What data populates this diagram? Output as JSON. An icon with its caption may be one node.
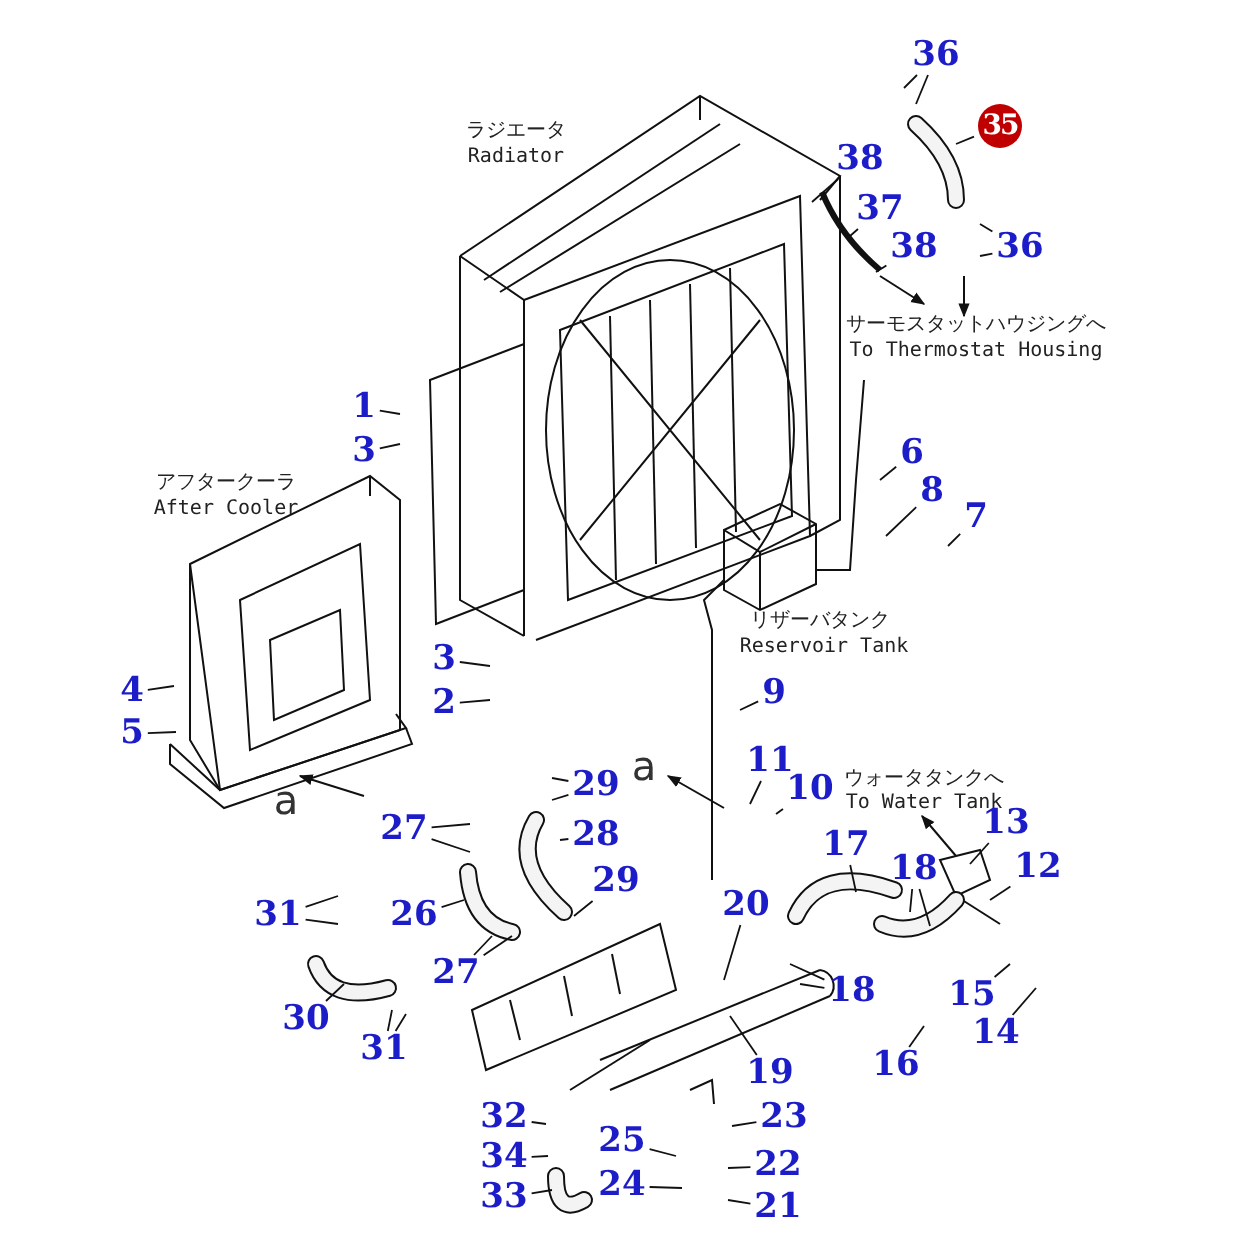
{
  "diagram": {
    "nodes": [
      {
        "text": [
          "36"
        ]
      },
      {
        "text": [
          "35"
        ]
      },
      {
        "text": [
          "38"
        ]
      },
      {
        "text": [
          "37"
        ]
      },
      {
        "text": [
          "38"
        ]
      },
      {
        "text": [
          "36"
        ]
      },
      {
        "text": [
          "1"
        ]
      },
      {
        "text": [
          "3"
        ]
      },
      {
        "text": [
          "6"
        ]
      },
      {
        "text": [
          "8"
        ]
      },
      {
        "text": [
          "7"
        ]
      },
      {
        "text": [
          "4"
        ]
      },
      {
        "text": [
          "3"
        ]
      },
      {
        "text": [
          "5"
        ]
      },
      {
        "text": [
          "9"
        ]
      },
      {
        "text": [
          "2"
        ]
      },
      {
        "text": [
          "11"
        ]
      },
      {
        "text": [
          "29"
        ]
      },
      {
        "text": [
          "10"
        ]
      },
      {
        "text": [
          "13"
        ]
      },
      {
        "text": [
          "27"
        ]
      },
      {
        "text": [
          "28"
        ]
      },
      {
        "text": [
          "17"
        ]
      },
      {
        "text": [
          "12"
        ]
      },
      {
        "text": [
          "18"
        ]
      },
      {
        "text": [
          "29"
        ]
      },
      {
        "text": [
          "20"
        ]
      },
      {
        "text": [
          "31"
        ]
      },
      {
        "text": [
          "26"
        ]
      },
      {
        "text": [
          "27"
        ]
      },
      {
        "text": [
          "15"
        ]
      },
      {
        "text": [
          "18"
        ]
      },
      {
        "text": [
          "30"
        ]
      },
      {
        "text": [
          "31"
        ]
      },
      {
        "text": [
          "14"
        ]
      },
      {
        "text": [
          "16"
        ]
      },
      {
        "text": [
          "19"
        ]
      },
      {
        "text": [
          "32"
        ]
      },
      {
        "text": [
          "23"
        ]
      },
      {
        "text": [
          "25"
        ]
      },
      {
        "text": [
          "34"
        ]
      },
      {
        "text": [
          "22"
        ]
      },
      {
        "text": [
          "33"
        ]
      },
      {
        "text": [
          "24"
        ]
      },
      {
        "text": [
          "21"
        ]
      }
    ],
    "edges": [
      {
        "from": 0,
        "to": null,
        "arrow": "none"
      },
      {
        "from": 0,
        "to": null,
        "arrow": "none"
      },
      {
        "from": 1,
        "to": null,
        "arrow": "none"
      },
      {
        "from": 2,
        "to": null,
        "arrow": "none"
      },
      {
        "from": 3,
        "to": null,
        "arrow": "none"
      },
      {
        "from": 4,
        "to": null,
        "arrow": "none"
      },
      {
        "from": 5,
        "to": null,
        "arrow": "none"
      },
      {
        "from": 5,
        "to": null,
        "arrow": "none"
      },
      {
        "from": 6,
        "to": null,
        "arrow": "none"
      },
      {
        "from": 7,
        "to": null,
        "arrow": "none"
      },
      {
        "from": 8,
        "to": null,
        "arrow": "none"
      },
      {
        "from": 9,
        "to": null,
        "arrow": "none"
      },
      {
        "from": 10,
        "to": null,
        "arrow": "none"
      },
      {
        "from": 11,
        "to": null,
        "arrow": "none"
      },
      {
        "from": 12,
        "to": null,
        "arrow": "none"
      },
      {
        "from": 13,
        "to": null,
        "arrow": "none"
      },
      {
        "from": 14,
        "to": null,
        "arrow": "none"
      },
      {
        "from": 15,
        "to": null,
        "arrow": "none"
      },
      {
        "from": 16,
        "to": null,
        "arrow": "none"
      },
      {
        "from": 17,
        "to": null,
        "arrow": "none"
      },
      {
        "from": 17,
        "to": null,
        "arrow": "none"
      },
      {
        "from": 18,
        "to": null,
        "arrow": "none"
      },
      {
        "from": 19,
        "to": null,
        "arrow": "none"
      },
      {
        "from": 20,
        "to": null,
        "arrow": "none"
      },
      {
        "from": 20,
        "to": null,
        "arrow": "none"
      },
      {
        "from": 21,
        "to": null,
        "arrow": "none"
      },
      {
        "from": 22,
        "to": null,
        "arrow": "none"
      },
      {
        "from": 23,
        "to": null,
        "arrow": "none"
      },
      {
        "from": 24,
        "to": null,
        "arrow": "none"
      },
      {
        "from": 24,
        "to": null,
        "arrow": "none"
      },
      {
        "from": 25,
        "to": null,
        "arrow": "none"
      },
      {
        "from": 26,
        "to": null,
        "arrow": "none"
      },
      {
        "from": 27,
        "to": null,
        "arrow": "none"
      },
      {
        "from": 27,
        "to": null,
        "arrow": "none"
      },
      {
        "from": 28,
        "to": null,
        "arrow": "none"
      },
      {
        "from": 29,
        "to": null,
        "arrow": "none"
      },
      {
        "from": 29,
        "to": null,
        "arrow": "none"
      },
      {
        "from": 30,
        "to": null,
        "arrow": "none"
      },
      {
        "from": 31,
        "to": null,
        "arrow": "none"
      },
      {
        "from": 31,
        "to": null,
        "arrow": "none"
      },
      {
        "from": 32,
        "to": null,
        "arrow": "none"
      },
      {
        "from": 33,
        "to": null,
        "arrow": "none"
      },
      {
        "from": 33,
        "to": null,
        "arrow": "none"
      },
      {
        "from": 34,
        "to": null,
        "arrow": "none"
      },
      {
        "from": 35,
        "to": null,
        "arrow": "none"
      },
      {
        "from": 36,
        "to": null,
        "arrow": "none"
      },
      {
        "from": 37,
        "to": null,
        "arrow": "none"
      },
      {
        "from": 38,
        "to": null,
        "arrow": "none"
      },
      {
        "from": 39,
        "to": null,
        "arrow": "none"
      },
      {
        "from": 40,
        "to": null,
        "arrow": "none"
      },
      {
        "from": 41,
        "to": null,
        "arrow": "none"
      },
      {
        "from": 42,
        "to": null,
        "arrow": "none"
      },
      {
        "from": 43,
        "to": null,
        "arrow": "none"
      },
      {
        "from": 44,
        "to": null,
        "arrow": "none"
      }
    ],
    "labels": [
      "ラジエータ",
      "Radiator",
      "アフタークーラ",
      "After Cooler",
      "サーモスタットハウジングへ",
      "To Thermostat Housing",
      "リザーバタンク",
      "Reservoir Tank",
      "a",
      "a",
      "ウォータタンクへ",
      "To Water Tank"
    ]
  }
}
